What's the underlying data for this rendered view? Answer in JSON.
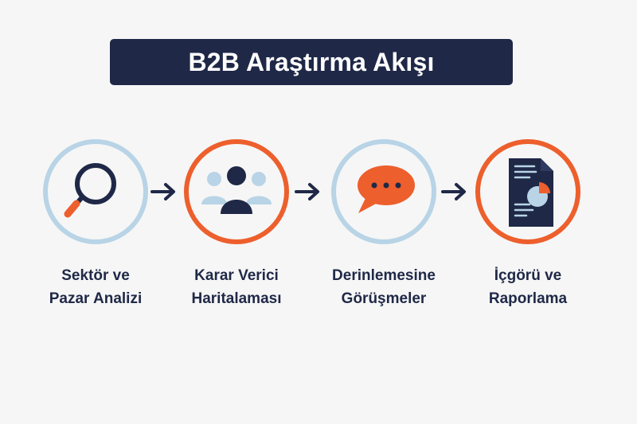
{
  "title": "B2B Araştırma Akışı",
  "colors": {
    "navy": "#1f2847",
    "orange": "#ed5f2c",
    "light_blue": "#b8d4e6",
    "background": "#f6f6f6"
  },
  "steps": [
    {
      "icon": "magnifier-icon",
      "ring": "light-blue",
      "label_line1": "Sektör ve",
      "label_line2": "Pazar Analizi"
    },
    {
      "icon": "people-group-icon",
      "ring": "orange",
      "label_line1": "Karar Verici",
      "label_line2": "Haritalaması"
    },
    {
      "icon": "chat-bubble-icon",
      "ring": "light-blue",
      "label_line1": "Derinlemesine",
      "label_line2": "Görüşmeler"
    },
    {
      "icon": "report-document-icon",
      "ring": "orange",
      "label_line1": "İçgörü ve",
      "label_line2": "Raporlama"
    }
  ],
  "connectors": [
    "arrow-right-icon",
    "arrow-right-icon",
    "arrow-right-icon"
  ]
}
